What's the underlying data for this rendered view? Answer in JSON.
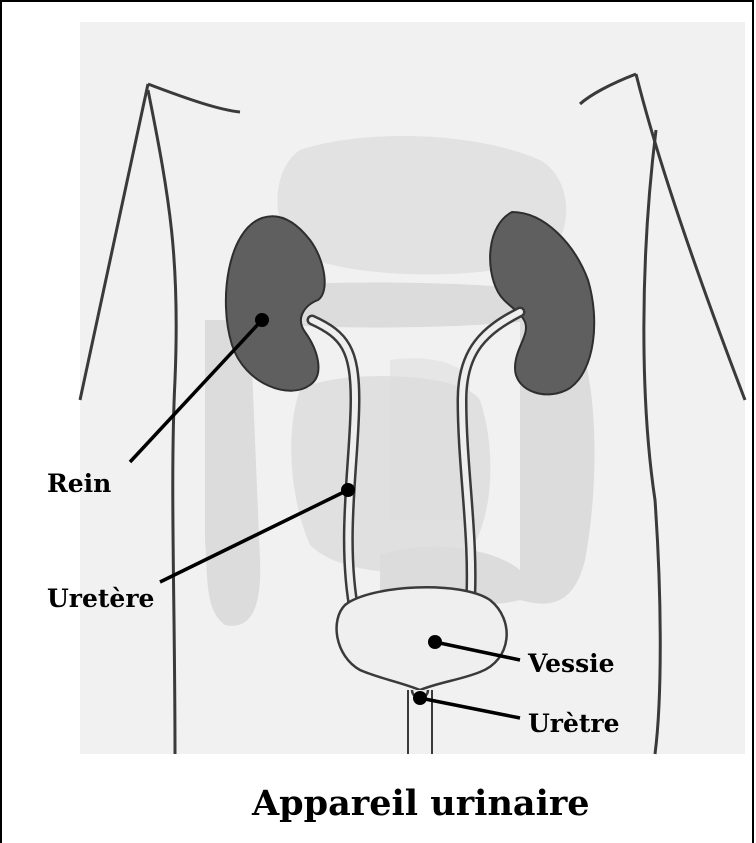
{
  "title": "Appareil urinaire",
  "labels": {
    "kidney": "Rein",
    "ureter": "Uretère",
    "bladder": "Vessie",
    "urethra": "Urètre"
  },
  "colors": {
    "kidney": "#5f5f5f",
    "organs_background": "#dcdcdc",
    "body_fill": "#f2f2f2",
    "outline": "#3a3a3a",
    "leader_line": "#000000"
  }
}
